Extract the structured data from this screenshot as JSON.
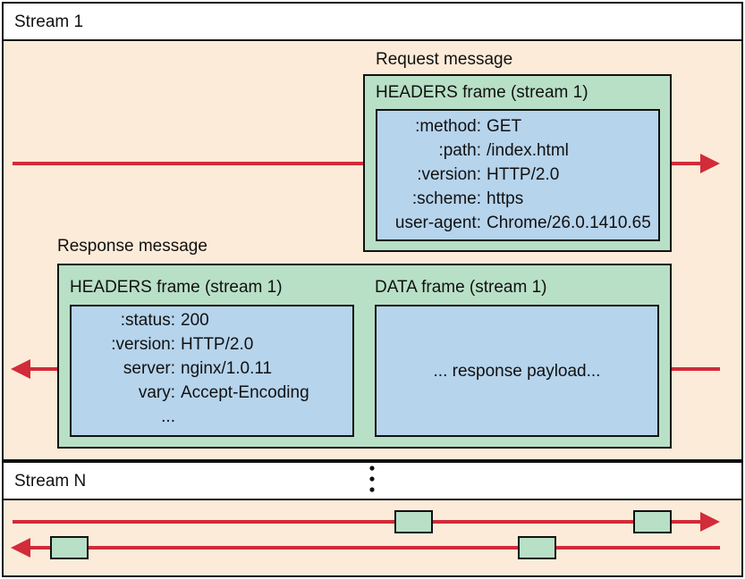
{
  "stream1": {
    "label": "Stream 1"
  },
  "request": {
    "title": "Request message",
    "frame_label": "HEADERS frame (stream 1)",
    "headers": [
      {
        "key": ":method:",
        "value": "GET"
      },
      {
        "key": ":path:",
        "value": "/index.html"
      },
      {
        "key": ":version:",
        "value": "HTTP/2.0"
      },
      {
        "key": ":scheme:",
        "value": "https"
      },
      {
        "key": "user-agent:",
        "value": "Chrome/26.0.1410.65"
      }
    ]
  },
  "response": {
    "title": "Response message",
    "headers_frame_label": "HEADERS frame (stream 1)",
    "data_frame_label": "DATA frame (stream 1)",
    "headers": [
      {
        "key": ":status:",
        "value": "200"
      },
      {
        "key": ":version:",
        "value": "HTTP/2.0"
      },
      {
        "key": "server:",
        "value": "nginx/1.0.11"
      },
      {
        "key": "vary:",
        "value": "Accept-Encoding"
      },
      {
        "key": "...",
        "value": ""
      }
    ],
    "payload_text": "... response payload..."
  },
  "streamN": {
    "label": "Stream N"
  },
  "colors": {
    "arrow": "#d22b3a",
    "band": "#fcebd8",
    "frame_green": "#b8e0c6",
    "frame_blue": "#b6d4ec"
  }
}
